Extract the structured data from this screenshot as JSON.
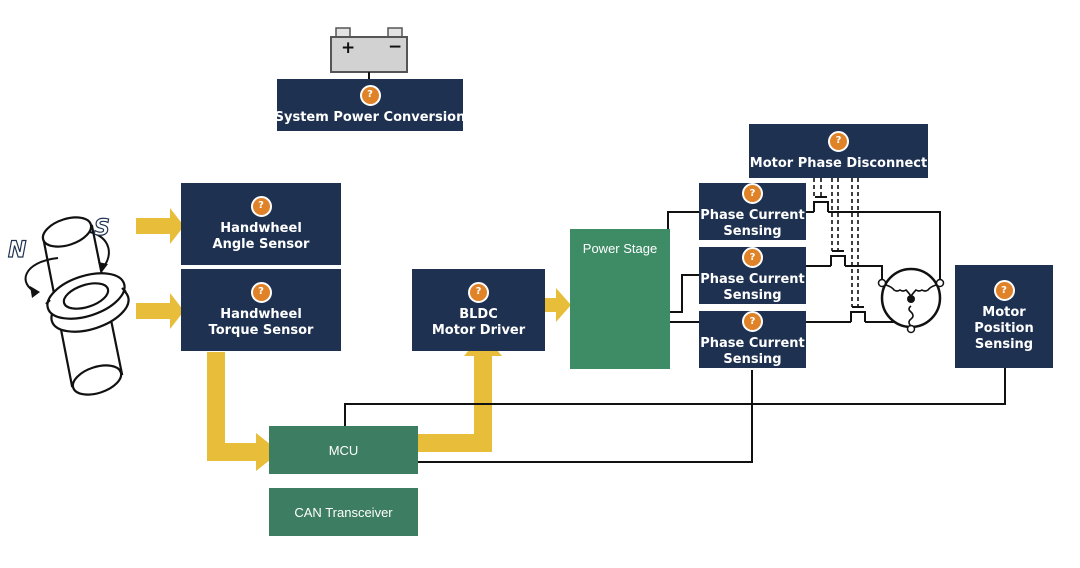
{
  "colors": {
    "navy": "#1e3150",
    "green": "#3d7d62",
    "power_stage_green": "#3d8c66",
    "arrow_yellow": "#e8bd3a",
    "help_orange": "#e08228"
  },
  "help_icon": {
    "icon": "question-mark-icon",
    "glyph": "?"
  },
  "blocks": {
    "system_power": [
      "System Power Conversion"
    ],
    "motor_phase_disconnect": [
      "Motor Phase Disconnect"
    ],
    "angle_sensor": [
      "Handwheel",
      "Angle Sensor"
    ],
    "torque_sensor": [
      "Handwheel",
      "Torque Sensor"
    ],
    "motor_driver": [
      "BLDC",
      "Motor Driver"
    ],
    "phase_current_1": [
      "Phase Current",
      "Sensing"
    ],
    "phase_current_2": [
      "Phase Current",
      "Sensing"
    ],
    "phase_current_3": [
      "Phase Current",
      "Sensing"
    ],
    "motor_position": [
      "Motor",
      "Position",
      "Sensing"
    ]
  },
  "green_blocks": {
    "power_stage": "Power Stage",
    "mcu": "MCU",
    "can": "CAN Transceiver"
  },
  "battery": {
    "plus": "+",
    "minus": "−"
  },
  "steering": {
    "north": "N",
    "south": "S"
  }
}
